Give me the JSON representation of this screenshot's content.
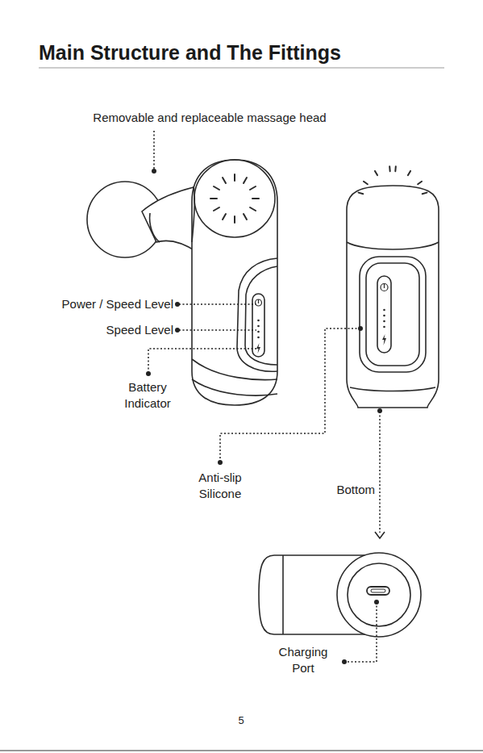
{
  "diagram": {
    "title": "Main Structure and The Fittings",
    "labels": [
      "Removable and replaceable massage head",
      "Power / Speed Level",
      "Speed Level",
      "Battery Indicator",
      "Anti-slip Silicone",
      "Bottom",
      "Charging Port",
      "5"
    ]
  }
}
